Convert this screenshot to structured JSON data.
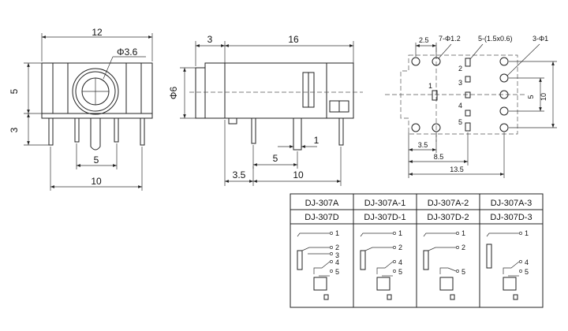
{
  "front_view": {
    "width_top": "12",
    "hole_dia": "Φ3.6",
    "height": "5",
    "pin_height": "3",
    "pin_spacing": "5",
    "width_bottom": "10"
  },
  "side_view": {
    "flange": "3",
    "length": "16",
    "diameter": "Φ6",
    "pin_width": "1",
    "pin_spacing": "5",
    "front_offset": "3.5",
    "pin_span": "10"
  },
  "footprint": {
    "dim_25": "2.5",
    "holes_7": "7-Φ1.2",
    "slots_5": "5-(1.5x0.6)",
    "holes_3": "3-Φ1",
    "pin_labels": [
      "1",
      "2",
      "3",
      "4",
      "5"
    ],
    "height_5": "5",
    "height_10": "10",
    "dim_35": "3.5",
    "dim_85": "8.5",
    "dim_135": "13.5"
  },
  "table": {
    "row1": [
      "DJ-307A",
      "DJ-307A-1",
      "DJ-307A-2",
      "DJ-307A-3"
    ],
    "row2": [
      "DJ-307D",
      "DJ-307D-1",
      "DJ-307D-2",
      "DJ-307D-3"
    ],
    "schem_pins": {
      "a": [
        "1",
        "2",
        "3",
        "4",
        "5"
      ],
      "b": [
        "1",
        "2",
        "4",
        "5"
      ],
      "c": [
        "1",
        "2",
        "5"
      ],
      "d": [
        "1",
        "4",
        "5"
      ]
    }
  }
}
